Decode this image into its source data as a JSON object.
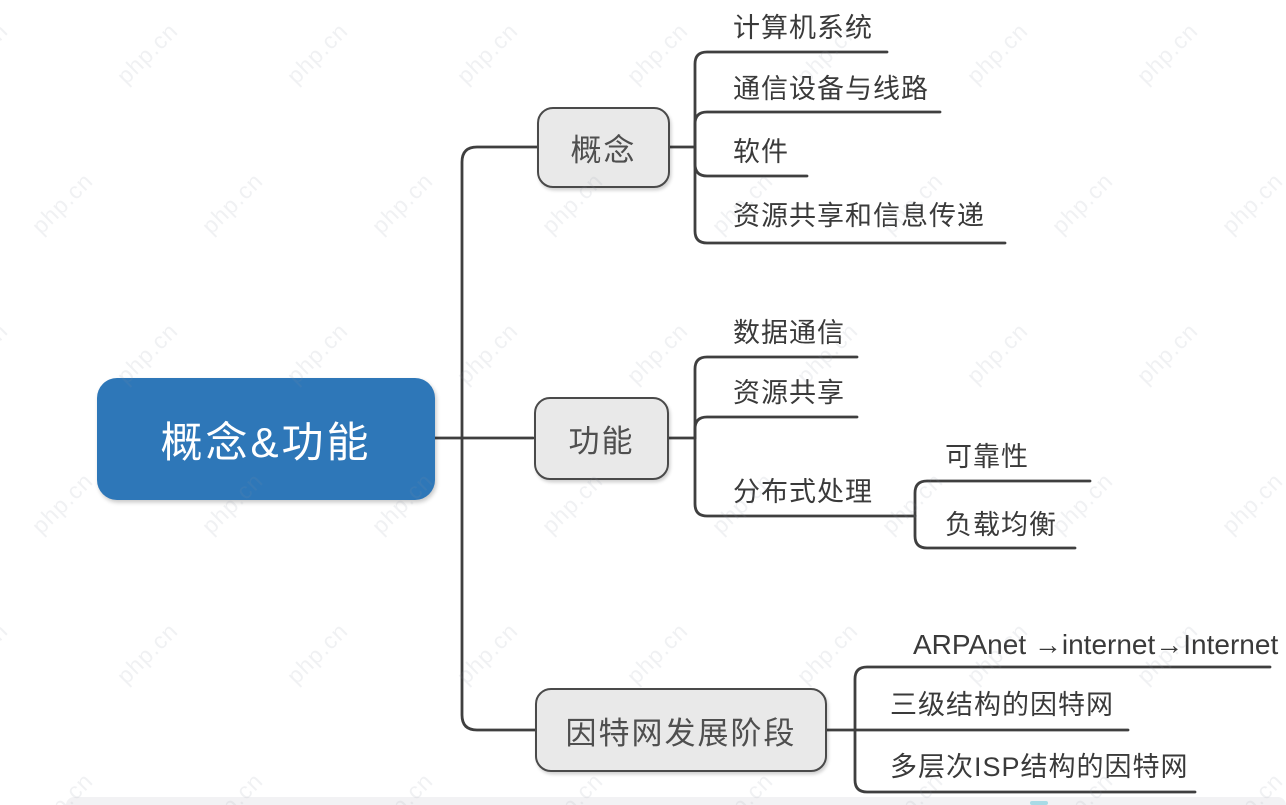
{
  "root": {
    "label": "概念&功能"
  },
  "branches": [
    {
      "label": "概念",
      "children": [
        {
          "label": "计算机系统"
        },
        {
          "label": "通信设备与线路"
        },
        {
          "label": "软件"
        },
        {
          "label": "资源共享和信息传递"
        }
      ]
    },
    {
      "label": "功能",
      "children": [
        {
          "label": "数据通信"
        },
        {
          "label": "资源共享"
        },
        {
          "label": "分布式处理",
          "children": [
            {
              "label": "可靠性"
            },
            {
              "label": "负载均衡"
            }
          ]
        }
      ]
    },
    {
      "label": "因特网发展阶段",
      "children": [
        {
          "label": "ARPAnet →internet→Internet"
        },
        {
          "label": "三级结构的因特网"
        },
        {
          "label": "多层次ISP结构的因特网"
        }
      ]
    }
  ],
  "watermark": {
    "text": "php.cn"
  },
  "colors": {
    "root_fill": "#2e77b8",
    "root_text": "#ffffff",
    "node_fill": "#e9e9e9",
    "node_border": "#4a4a4a",
    "node_text": "#4f4f4f",
    "leaf_text": "#3a3a3a",
    "line": "#3f3f3f",
    "background": "#ffffff",
    "watermark": "#8a93a3",
    "bottom_strip": "#f2f2f4",
    "accent_mark": "#a8dbe6"
  }
}
